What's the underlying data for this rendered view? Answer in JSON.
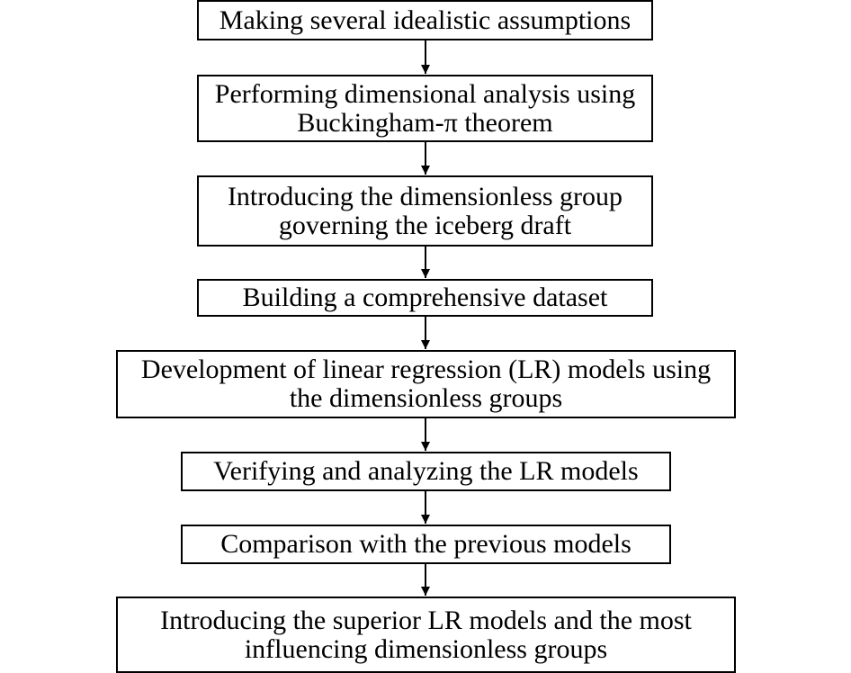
{
  "steps": [
    {
      "lines": [
        "Making several idealistic assumptions"
      ]
    },
    {
      "lines": [
        "Performing dimensional analysis using",
        "Buckingham-π theorem"
      ]
    },
    {
      "lines": [
        "Introducing the dimensionless group",
        "governing the iceberg draft"
      ]
    },
    {
      "lines": [
        "Building a comprehensive dataset"
      ]
    },
    {
      "lines": [
        "Development of linear regression (LR) models using",
        "the dimensionless groups"
      ]
    },
    {
      "lines": [
        "Verifying and analyzing the LR models"
      ]
    },
    {
      "lines": [
        "Comparison with the previous models"
      ]
    },
    {
      "lines": [
        "Introducing the superior LR models and the most",
        "influencing dimensionless groups"
      ]
    }
  ]
}
